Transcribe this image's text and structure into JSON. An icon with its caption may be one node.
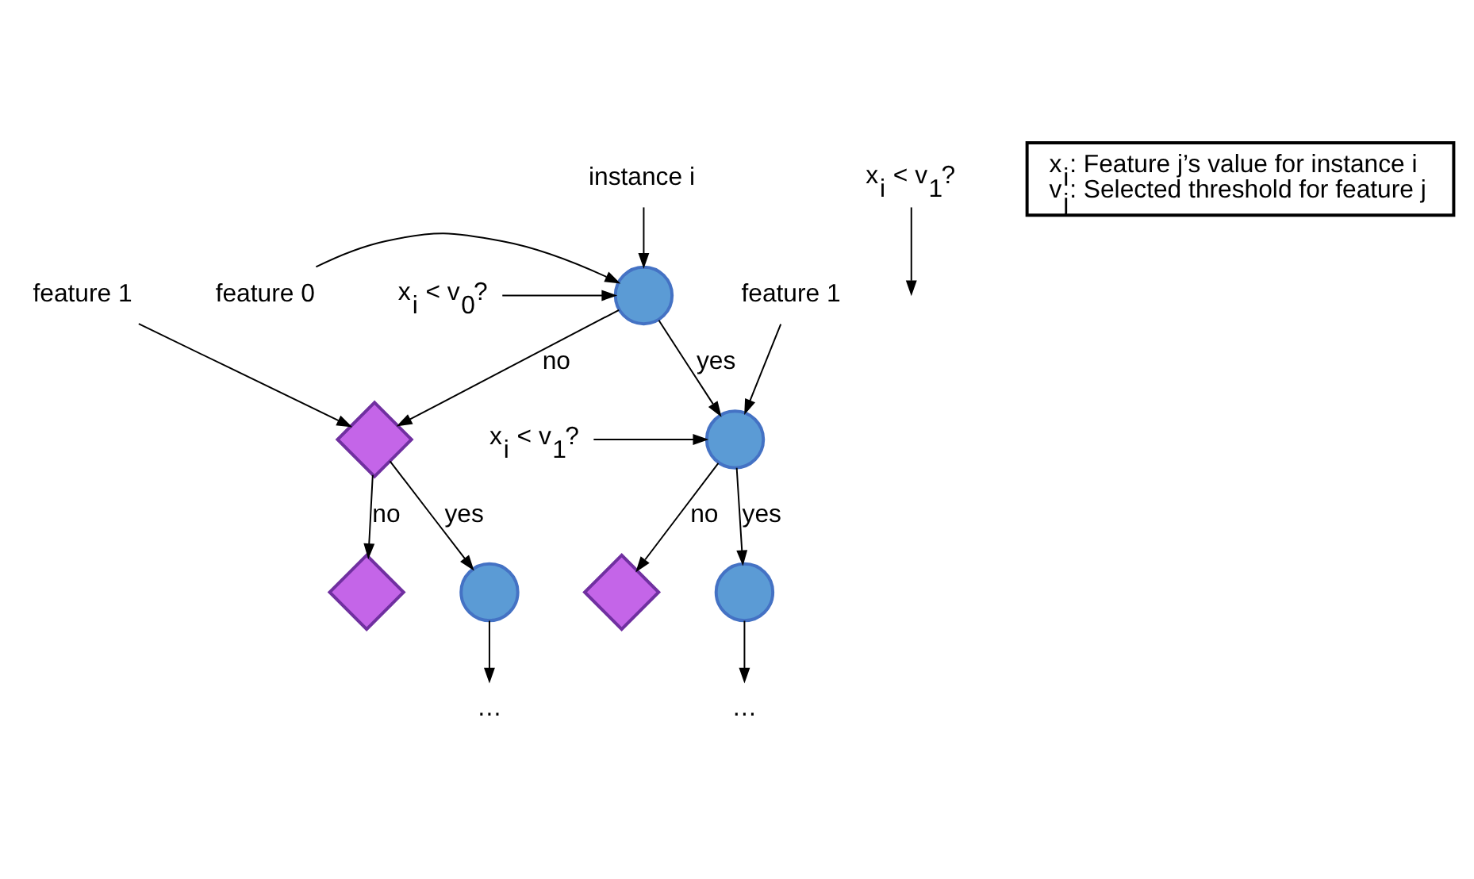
{
  "diagram": {
    "nodes": [
      {
        "text": [
          "instance i"
        ]
      },
      {
        "text": [
          "feature 0"
        ]
      },
      {
        "text": [
          "x$_{i}$ < v$_{0}$?"
        ]
      },
      {
        "text": [],
        "shape": "circle"
      },
      {
        "text": [
          "feature 1"
        ]
      },
      {
        "text": [],
        "shape": "diamond"
      },
      {
        "text": [],
        "shape": "diamond"
      },
      {
        "text": [
          "x$_{i}$ < v$_{1}$?"
        ]
      },
      {
        "text": [],
        "shape": "circle"
      },
      {
        "text": [
          "…"
        ]
      },
      {
        "text": [
          "feature 1"
        ]
      },
      {
        "text": [
          "x$_{i}$ < v$_{1}$?"
        ]
      },
      {
        "text": [],
        "shape": "circle"
      },
      {
        "text": [],
        "shape": "diamond"
      },
      {
        "text": [],
        "shape": "circle"
      },
      {
        "text": [
          "…"
        ]
      },
      {
        "text": [
          "x$_{i}$: Feature j’s value for instance i",
          "v$_{j}$: Selected threshold for feature j"
        ]
      }
    ],
    "edges": [
      {
        "from": 0,
        "to": 3,
        "arrow": "to"
      },
      {
        "from": 1,
        "to": 3,
        "arrow": "to"
      },
      {
        "from": 2,
        "to": 3,
        "arrow": "to"
      },
      {
        "from": 3,
        "to": 5,
        "arrow": "to",
        "label": "no"
      },
      {
        "from": 3,
        "to": 12,
        "arrow": "to",
        "label": "yes"
      },
      {
        "from": 4,
        "to": 5,
        "arrow": "to"
      },
      {
        "from": 5,
        "to": 8,
        "arrow": "to",
        "label": "yes"
      },
      {
        "from": 5,
        "to": 6,
        "arrow": "to",
        "label": "no"
      },
      {
        "from": 7,
        "to": null,
        "arrow": "to"
      },
      {
        "from": 8,
        "to": 9,
        "arrow": "to"
      },
      {
        "from": 10,
        "to": 12,
        "arrow": "to"
      },
      {
        "from": 11,
        "to": 12,
        "arrow": "to"
      },
      {
        "from": 12,
        "to": 13,
        "arrow": "to",
        "label": "no"
      },
      {
        "from": 12,
        "to": 14,
        "arrow": "to",
        "label": "yes"
      },
      {
        "from": 14,
        "to": 15,
        "arrow": "to"
      }
    ]
  }
}
